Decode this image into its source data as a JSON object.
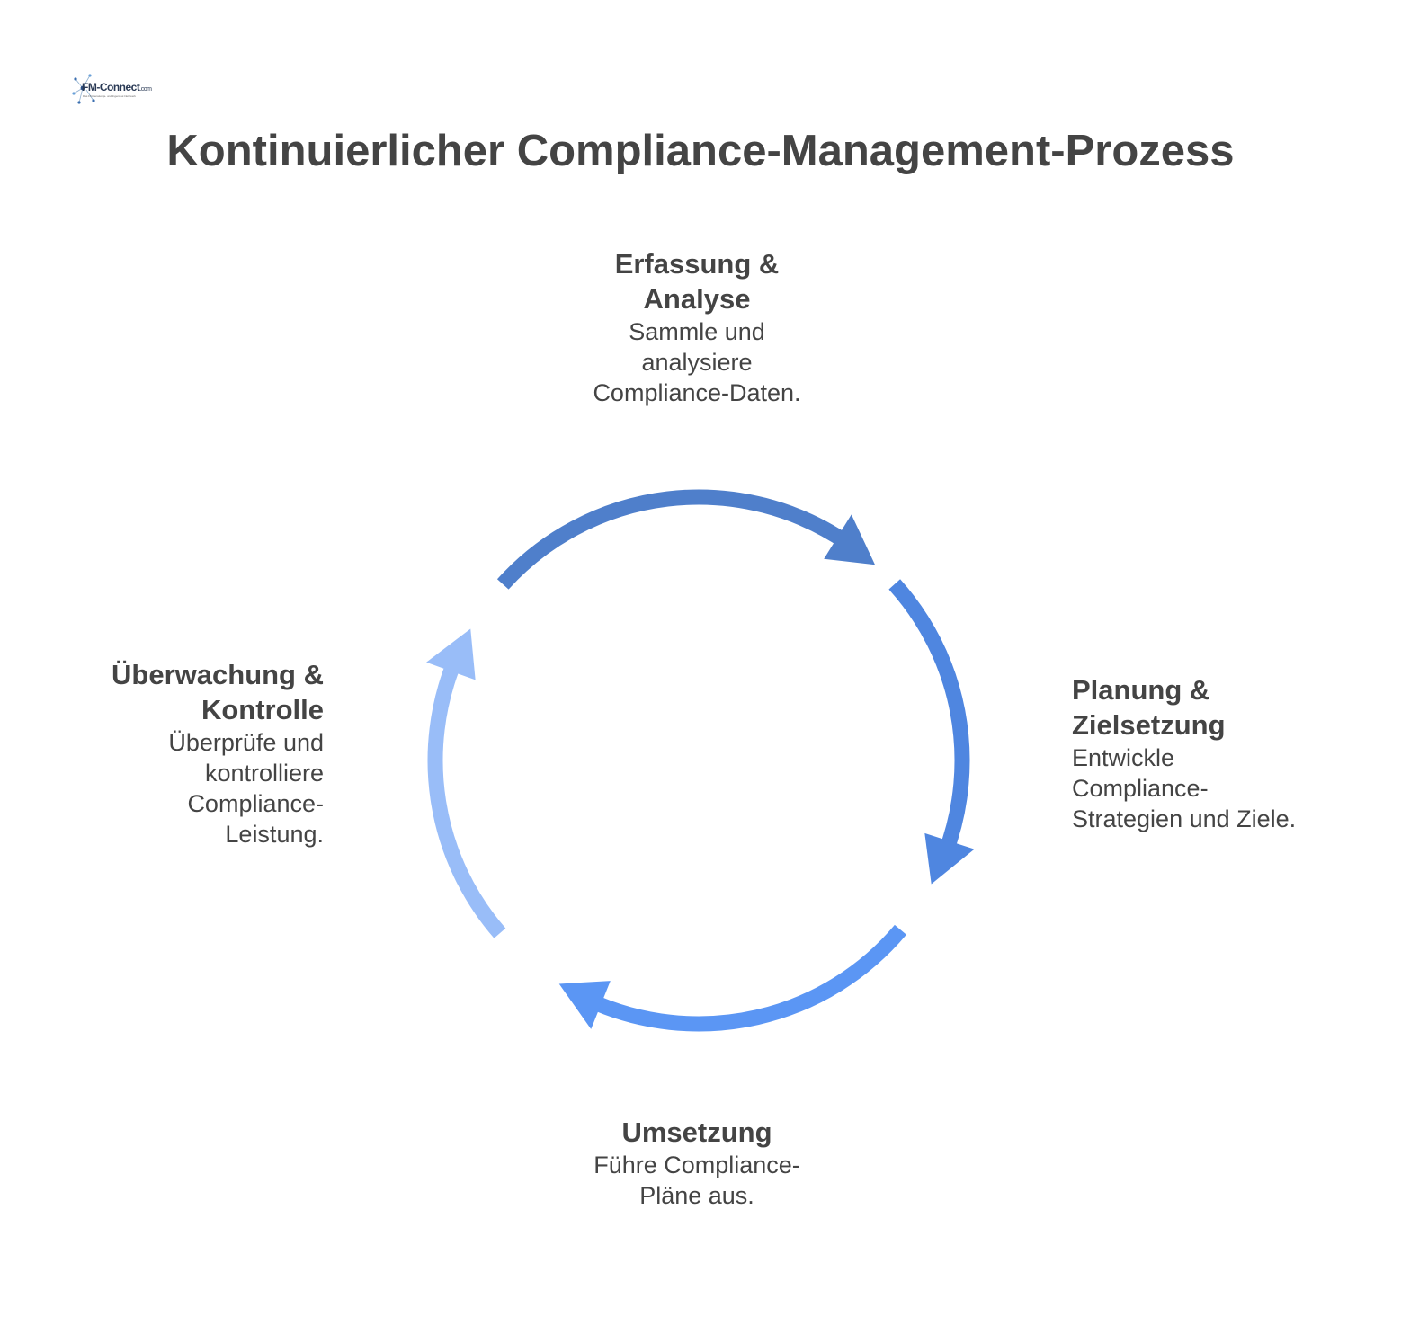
{
  "logo": {
    "name": "FM-Connect",
    "suffix": ".com",
    "tagline": "Das FM-Beratungs- und Ingenieur-Netzwerk"
  },
  "title": "Kontinuierlicher Compliance-Management-Prozess",
  "colors": {
    "arrow_top": "#4f7fcb",
    "arrow_right": "#4f86e0",
    "arrow_bottom": "#5b96f4",
    "arrow_left": "#99bdf8",
    "text": "#444444"
  },
  "steps": [
    {
      "id": "top",
      "title_lines": [
        "Erfassung &",
        "Analyse"
      ],
      "desc_lines": [
        "Sammle und",
        "analysiere",
        "Compliance-Daten."
      ]
    },
    {
      "id": "right",
      "title_lines": [
        "Planung &",
        "Zielsetzung"
      ],
      "desc_lines": [
        "Entwickle",
        "Compliance-",
        "Strategien und Ziele."
      ]
    },
    {
      "id": "bottom",
      "title_lines": [
        "Umsetzung"
      ],
      "desc_lines": [
        "Führe Compliance-",
        "Pläne aus."
      ]
    },
    {
      "id": "left",
      "title_lines": [
        "Überwachung &",
        "Kontrolle"
      ],
      "desc_lines": [
        "Überprüfe und",
        "kontrolliere",
        "Compliance-",
        "Leistung."
      ]
    }
  ]
}
